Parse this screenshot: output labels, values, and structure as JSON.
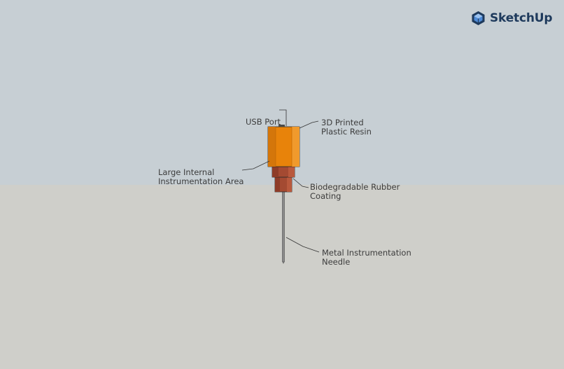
{
  "app": {
    "brand_name": "SketchUp",
    "brand_color": "#1e3a5c",
    "icon": "sketchup-logo-icon"
  },
  "viewport": {
    "sky_color": "#c7cfd4",
    "ground_color": "#cfcfca"
  },
  "model": {
    "body_color": "#e8830a",
    "collar_color": "#a44a32",
    "needle_color": "#8a8a8a"
  },
  "labels": {
    "usb_port": "USB Port",
    "plastic_resin_line1": "3D Printed",
    "plastic_resin_line2": "Plastic Resin",
    "internal_area_line1": "Large Internal",
    "internal_area_line2": "Instrumentation Area",
    "rubber_coating_line1": "Biodegradable Rubber",
    "rubber_coating_line2": "Coating",
    "needle_line1": "Metal Instrumentation",
    "needle_line2": "Needle"
  }
}
